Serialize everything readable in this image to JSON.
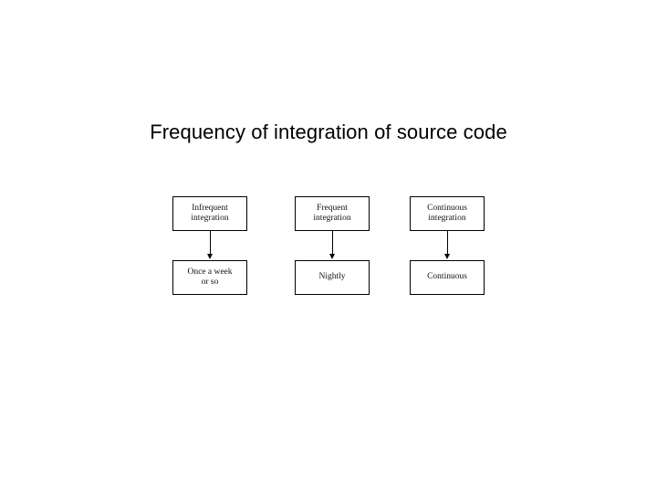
{
  "slide": {
    "title": "Frequency of integration of source code",
    "background_color": "#ffffff",
    "text_color": "#000000"
  },
  "diagram": {
    "type": "flow-columns",
    "columns": [
      {
        "top_label": "Infrequent\nintegration",
        "bottom_label": "Once a week\nor so",
        "connector": "down-arrow"
      },
      {
        "top_label": "Frequent\nintegration",
        "bottom_label": "Nightly",
        "connector": "down-arrow"
      },
      {
        "top_label": "Continuous\nintegration",
        "bottom_label": "Continuous",
        "connector": "down-arrow"
      }
    ]
  }
}
